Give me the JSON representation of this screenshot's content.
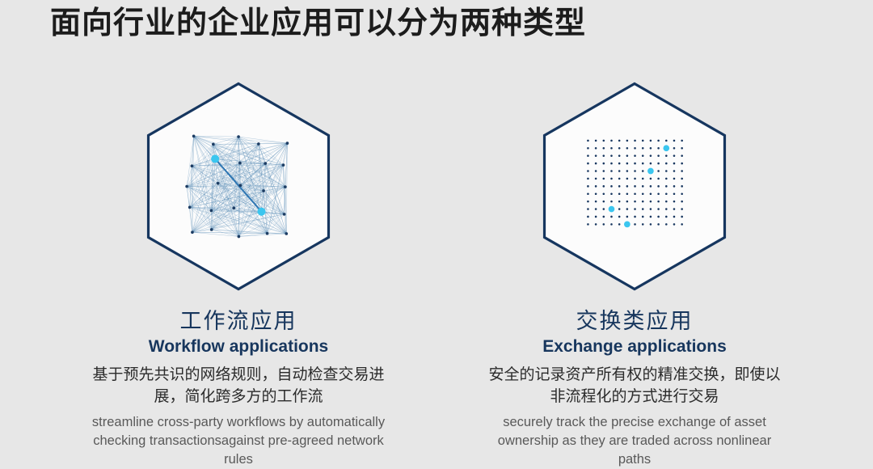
{
  "slide": {
    "title": "面向行业的企业应用可以分为两种类型",
    "background": "#e7e7e7",
    "accent_navy": "#17365d",
    "accent_cyan": "#3bc6ef"
  },
  "columns": [
    {
      "icon": "mesh-network",
      "zh_title": "工作流应用",
      "en_title": "Workflow applications",
      "zh_desc": "基于预先共识的网络规则，自动检查交易进展，简化跨多方的工作流",
      "en_desc": "streamline cross-party workflows by automatically checking transactionsagainst pre-agreed network rules"
    },
    {
      "icon": "dot-grid",
      "zh_title": "交换类应用",
      "en_title": "Exchange applications",
      "zh_desc": "安全的记录资产所有权的精准交换，即使以非流程化的方式进行交易",
      "en_desc": "securely track the precise exchange of asset ownership as they are traded across nonlinear paths"
    }
  ]
}
